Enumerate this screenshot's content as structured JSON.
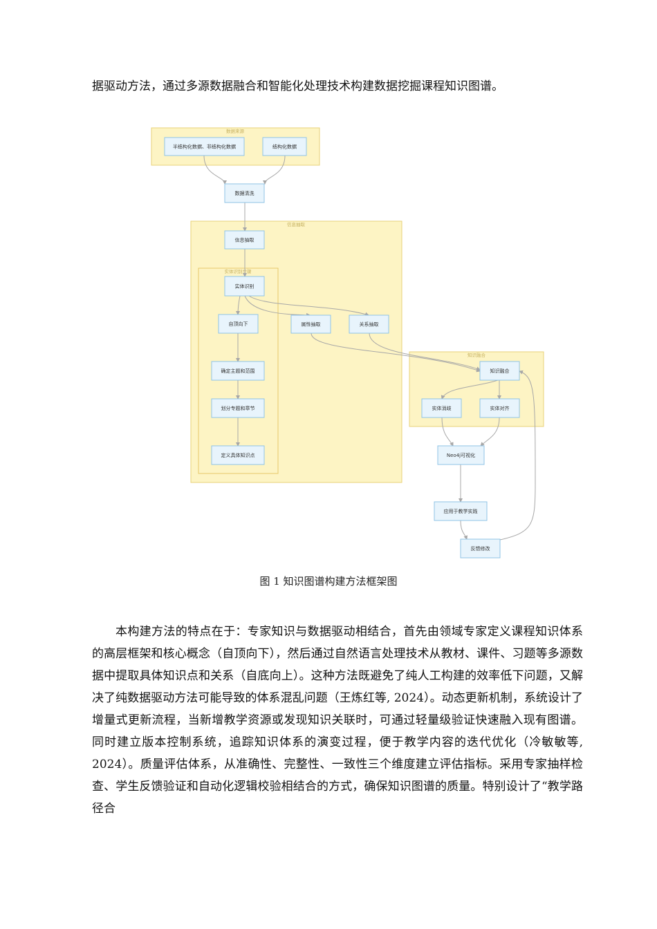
{
  "intro_text": "据驱动方法，通过多源数据融合和智能化处理技术构建数据挖掘课程知识图谱。",
  "diagram": {
    "groups": {
      "data_source": "数据来源",
      "info_extract": "信息抽取",
      "entity_recog": "实体识别步骤",
      "knowledge_fusion": "知识融合"
    },
    "nodes": {
      "semi_unstructured": "半结构化数据、非结构化数据",
      "structured": "结构化数据",
      "data_cleaning": "数据清洗",
      "info_extraction": "信息抽取",
      "entity_recognition": "实体识别",
      "top_down": "自顶向下",
      "attr_extraction": "属性抽取",
      "rel_extraction": "关系抽取",
      "define_topic": "确定主题和范围",
      "divide_chapters": "划分专题和章节",
      "define_points": "定义具体知识点",
      "knowledge_fusion": "知识融合",
      "entity_disamb": "实体消歧",
      "entity_align": "实体对齐",
      "neo4j_vis": "Neo4j可视化",
      "apply_teaching": "应用于教学实践",
      "feedback": "反馈修改"
    }
  },
  "caption": "图 1  知识图谱构建方法框架图",
  "body_paragraph": "本构建方法的特点在于：专家知识与数据驱动相结合，首先由领域专家定义课程知识体系的高层框架和核心概念（自顶向下），然后通过自然语言处理技术从教材、课件、习题等多源数据中提取具体知识点和关系（自底向上）。这种方法既避免了纯人工构建的效率低下问题，又解决了纯数据驱动方法可能导致的体系混乱问题（王炼红等, 2024）。动态更新机制，系统设计了增量式更新流程，当新增教学资源或发现知识关联时，可通过轻量级验证快速融入现有图谱。同时建立版本控制系统，追踪知识体系的演变过程，便于教学内容的迭代优化（冷敏敏等, 2024）。质量评估体系，从准确性、完整性、一致性三个维度建立评估指标。采用专家抽样检查、学生反馈验证和自动化逻辑校验相结合的方式，确保知识图谱的质量。特别设计了“教学路径合"
}
